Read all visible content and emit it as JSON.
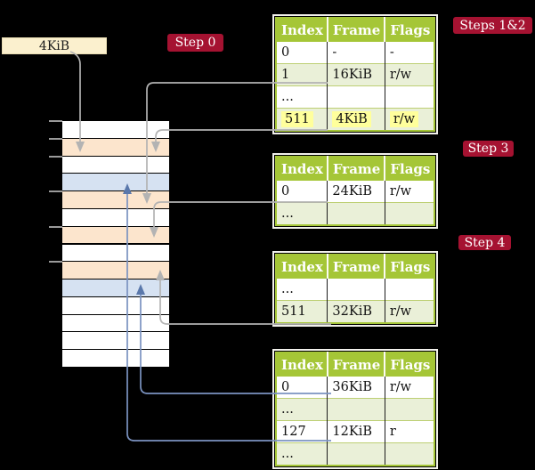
{
  "frame_size": {
    "label": "4KiB"
  },
  "step_labels": [
    "Step 0",
    "Steps 1&2",
    "Step 3",
    "Step 4"
  ],
  "colors": {
    "background": "#000000",
    "step_badge_bg": "#a51231",
    "step_badge_text": "#ffffff",
    "size_box_bg": "#fbf0ce",
    "table_header_bg": "#a5c637",
    "table_border": "#a5c637",
    "table_row_bg": "#ffffff",
    "table_row_alt_bg": "#eaf0d8",
    "highlight_yellow": "#ffff9c",
    "mem_white": "#ffffff",
    "mem_peach": "#fce5cd",
    "mem_blue": "#d6e2f2",
    "arrow_gray": "#b3b3b3",
    "arrow_blue": "#7b93c1",
    "arrow_blue_head": "#5a78ab",
    "tick_gray": "#9a9a9a"
  },
  "memory_column": {
    "rows": [
      "white",
      "peach",
      "white",
      "blue",
      "peach",
      "white",
      "peach",
      "white",
      "peach",
      "blue",
      "white",
      "white",
      "white",
      "white"
    ],
    "tick_boundaries": [
      0,
      1,
      2,
      4,
      6,
      8
    ]
  },
  "page_tables": [
    {
      "name": "page-table-steps-1-2",
      "headers": [
        "Index",
        "Frame",
        "Flags"
      ],
      "rows": [
        {
          "cells": [
            "0",
            "-",
            "-"
          ],
          "shaded": false,
          "highlighted": false
        },
        {
          "cells": [
            "1",
            "16KiB",
            "r/w"
          ],
          "shaded": true,
          "highlighted": false
        },
        {
          "cells": [
            "...",
            "",
            ""
          ],
          "shaded": false,
          "highlighted": false
        },
        {
          "cells": [
            "511",
            "4KiB",
            "r/w"
          ],
          "shaded": true,
          "highlighted": true
        }
      ]
    },
    {
      "name": "page-table-step-3",
      "headers": [
        "Index",
        "Frame",
        "Flags"
      ],
      "rows": [
        {
          "cells": [
            "0",
            "24KiB",
            "r/w"
          ],
          "shaded": false,
          "highlighted": false
        },
        {
          "cells": [
            "...",
            "",
            ""
          ],
          "shaded": true,
          "highlighted": false
        }
      ]
    },
    {
      "name": "page-table-step-4",
      "headers": [
        "Index",
        "Frame",
        "Flags"
      ],
      "rows": [
        {
          "cells": [
            "...",
            "",
            ""
          ],
          "shaded": false,
          "highlighted": false
        },
        {
          "cells": [
            "511",
            "32KiB",
            "r/w"
          ],
          "shaded": true,
          "highlighted": false
        }
      ]
    },
    {
      "name": "page-table-final",
      "headers": [
        "Index",
        "Frame",
        "Flags"
      ],
      "rows": [
        {
          "cells": [
            "0",
            "36KiB",
            "r/w"
          ],
          "shaded": false,
          "highlighted": false
        },
        {
          "cells": [
            "...",
            "",
            ""
          ],
          "shaded": true,
          "highlighted": false
        },
        {
          "cells": [
            "127",
            "12KiB",
            "r"
          ],
          "shaded": false,
          "highlighted": false
        },
        {
          "cells": [
            "...",
            "",
            ""
          ],
          "shaded": true,
          "highlighted": false
        }
      ]
    }
  ],
  "connectors": [
    {
      "id": "size-label-to-frame",
      "color": "gray"
    },
    {
      "id": "t1-row1-to-frame-16k",
      "color": "gray"
    },
    {
      "id": "t1-row511-to-frame-4k",
      "color": "gray"
    },
    {
      "id": "t2-row0-to-frame-24k",
      "color": "gray"
    },
    {
      "id": "t3-row511-to-frame-32k",
      "color": "gray"
    },
    {
      "id": "t4-row0-to-frame-36k",
      "color": "blue"
    },
    {
      "id": "t4-row127-to-frame-12k",
      "color": "blue"
    }
  ]
}
